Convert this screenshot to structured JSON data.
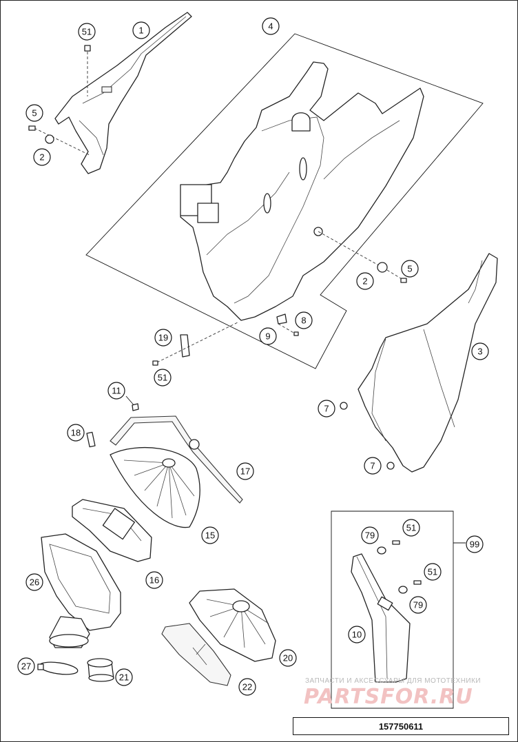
{
  "callouts": [
    "1",
    "51",
    "5",
    "2",
    "4",
    "5",
    "2",
    "3",
    "8",
    "9",
    "19",
    "51",
    "7",
    "7",
    "11",
    "18",
    "17",
    "15",
    "16",
    "26",
    "27",
    "21",
    "20",
    "22",
    "99",
    "79",
    "51",
    "51",
    "79",
    "10"
  ],
  "watermark": {
    "line1": "ЗАПЧАСТИ И АКСЕССУАРЫ ДЛЯ МОТОТЕХНИКИ",
    "line2": "PARTSFOR.RU"
  },
  "document_number": "157750611",
  "colors": {
    "line": "#222222",
    "watermark_red": "#f2c2c2",
    "watermark_gray": "#b8b8b8"
  }
}
